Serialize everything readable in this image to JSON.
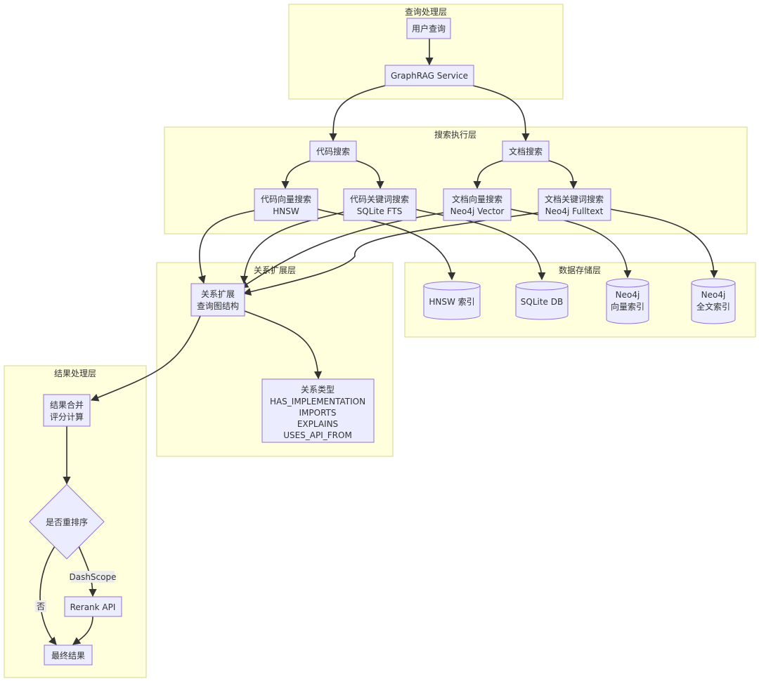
{
  "clusters": {
    "query": "查询处理层",
    "search": "搜索执行层",
    "relation": "关系扩展层",
    "storage": "数据存储层",
    "result": "结果处理层"
  },
  "nodes": {
    "user_query": [
      "用户查询"
    ],
    "graphrag": [
      "GraphRAG Service"
    ],
    "code_search": [
      "代码搜索"
    ],
    "doc_search": [
      "文档搜索"
    ],
    "code_vector": [
      "代码向量搜索",
      "HNSW"
    ],
    "code_keyword": [
      "代码关键词搜索",
      "SQLite FTS"
    ],
    "doc_vector": [
      "文档向量搜索",
      "Neo4j Vector"
    ],
    "doc_keyword": [
      "文档关键词搜索",
      "Neo4j Fulltext"
    ],
    "relation_expand": [
      "关系扩展",
      "查询图结构"
    ],
    "relation_types": [
      "关系类型",
      "HAS_IMPLEMENTATION",
      "IMPORTS",
      "EXPLAINS",
      "USES_API_FROM"
    ],
    "hnsw_index": [
      "HNSW 索引"
    ],
    "sqlite_db": [
      "SQLite DB"
    ],
    "neo4j_vector_index": [
      "Neo4j",
      "向量索引"
    ],
    "neo4j_fulltext_index": [
      "Neo4j",
      "全文索引"
    ],
    "merge": [
      "结果合并",
      "评分计算"
    ],
    "rerank_decision": [
      "是否重排序"
    ],
    "rerank_api": [
      "Rerank API"
    ],
    "final_result": [
      "最终结果"
    ]
  },
  "edge_labels": {
    "dashscope": "DashScope",
    "no": "否"
  },
  "colors": {
    "cluster_fill": "#ffffde",
    "cluster_border": "#d6d68a",
    "node_fill": "#ececff",
    "node_border": "#9370db",
    "edge": "#333333"
  }
}
